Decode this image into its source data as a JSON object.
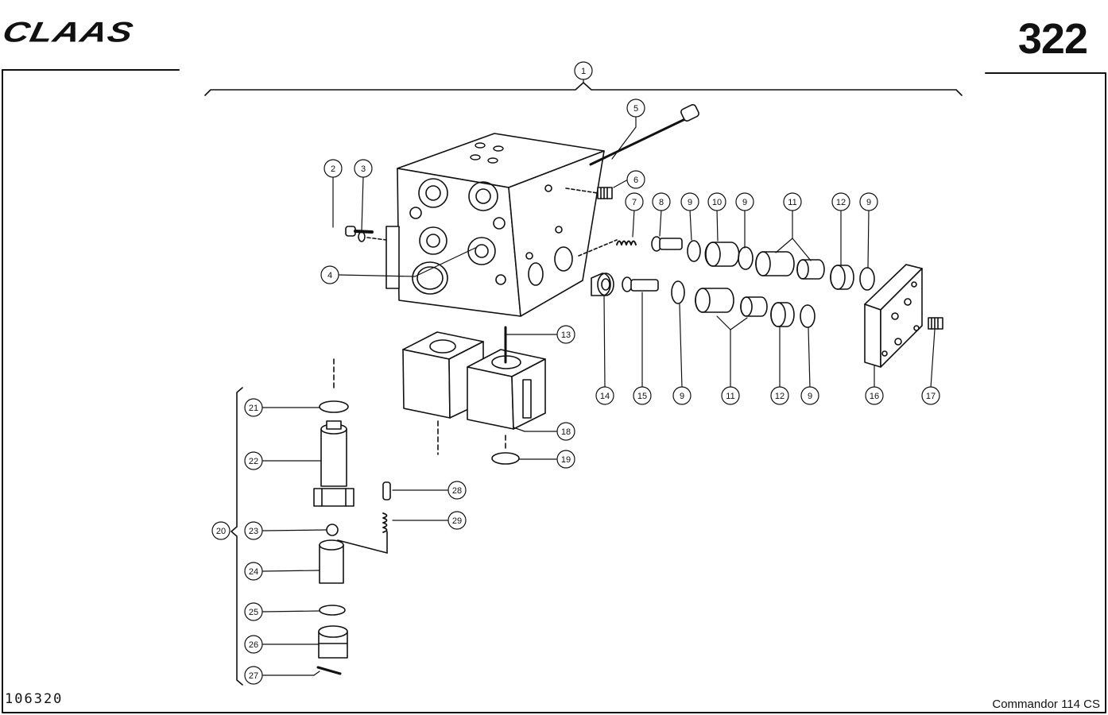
{
  "header": {
    "brand": "CLAAS",
    "page_number": "322"
  },
  "footer": {
    "document_number": "106320",
    "model": "Commandor 114 CS"
  },
  "callouts": [
    "1",
    "2",
    "3",
    "4",
    "5",
    "6",
    "7",
    "8",
    "9",
    "10",
    "11",
    "12",
    "13",
    "14",
    "15",
    "16",
    "17",
    "18",
    "19",
    "20",
    "21",
    "22",
    "23",
    "24",
    "25",
    "26",
    "27",
    "28",
    "29"
  ]
}
